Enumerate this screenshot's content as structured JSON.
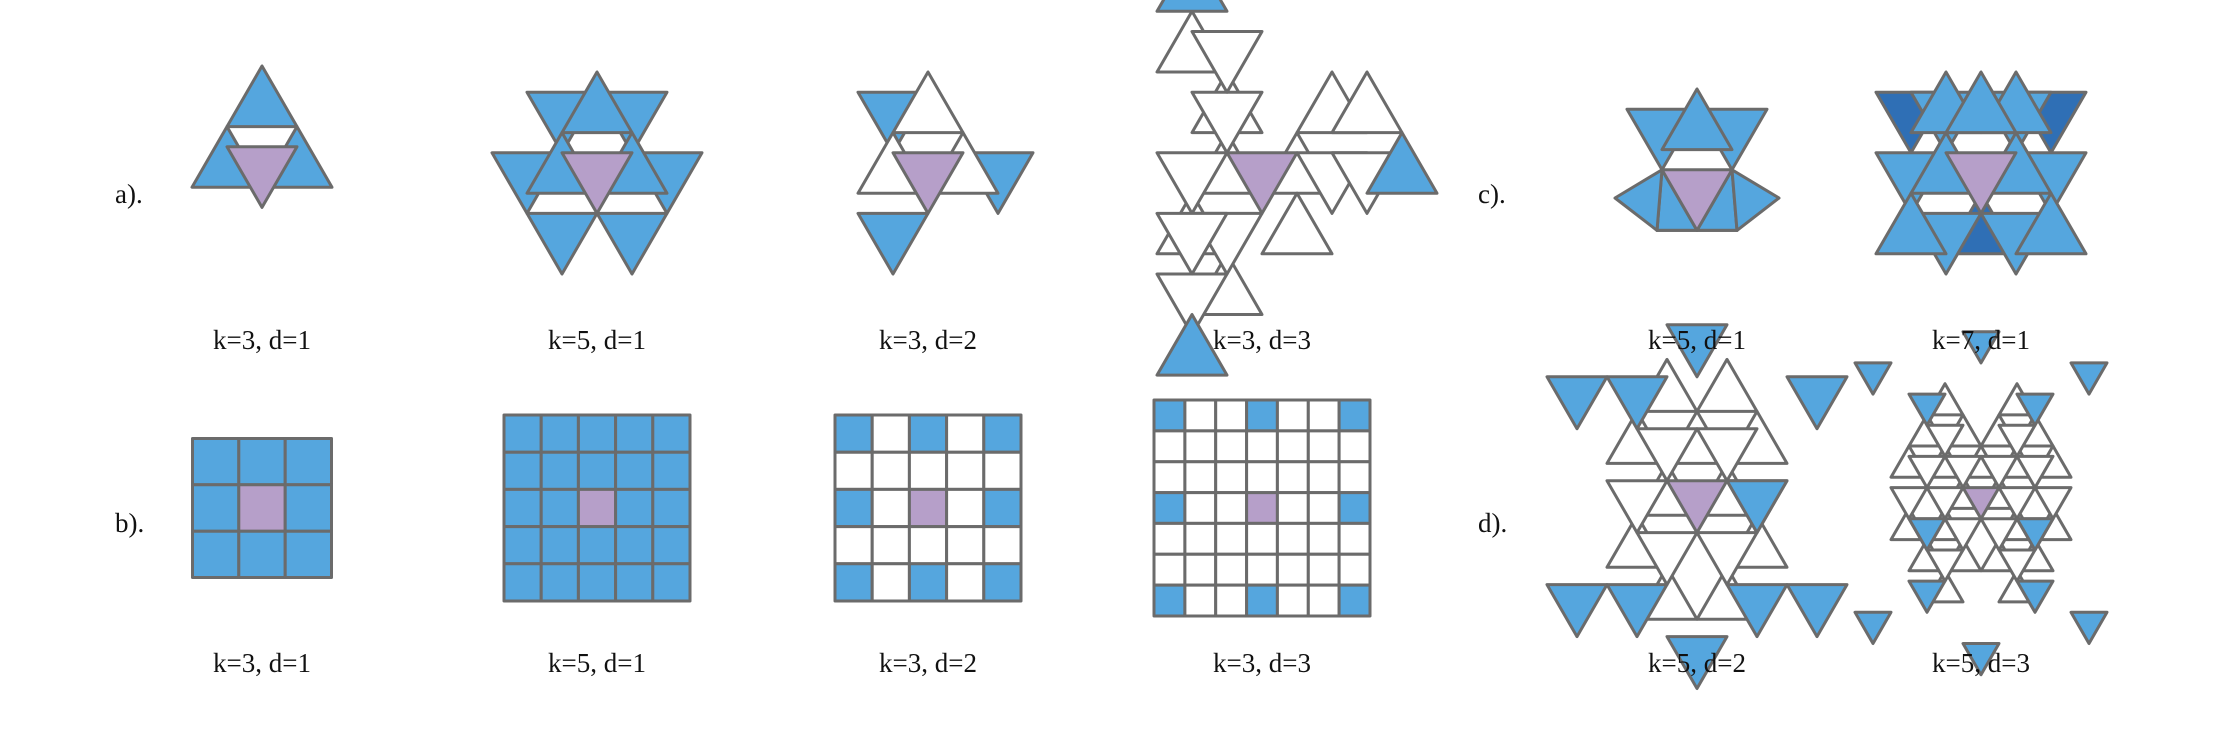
{
  "colors": {
    "blue": "#55a6de",
    "dark_blue": "#2f6fb5",
    "purple": "#b69fc9",
    "white": "#ffffff",
    "stroke": "#6b6b6b"
  },
  "row_labels": {
    "a": "a).",
    "b": "b).",
    "c": "c).",
    "d": "d)."
  },
  "captions": {
    "a1": "k=3, d=1",
    "a2": "k=5, d=1",
    "a3": "k=3, d=2",
    "a4": "k=3, d=3",
    "b1": "k=3, d=1",
    "b2": "k=5, d=1",
    "b3": "k=3, d=2",
    "b4": "k=3, d=3",
    "c1": "k=5, d=1",
    "c2": "k=7, d=1",
    "d1": "k=5, d=2",
    "d2": "k=5, d=3"
  },
  "square_kernels": [
    {
      "key": "b1",
      "k": 3,
      "d": 1
    },
    {
      "key": "b2",
      "k": 5,
      "d": 1
    },
    {
      "key": "b3",
      "k": 3,
      "d": 2
    },
    {
      "key": "b4",
      "k": 3,
      "d": 3
    }
  ]
}
